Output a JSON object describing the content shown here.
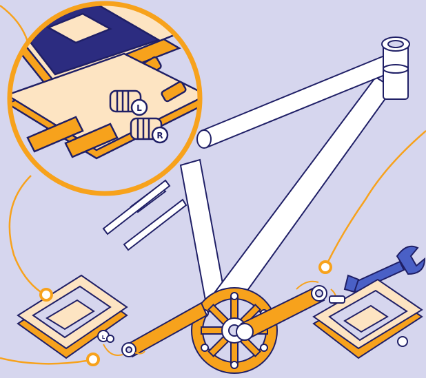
{
  "illustration": {
    "subject": "bicycle-pedal-installation",
    "thread_labels": {
      "left": "L",
      "right": "R"
    },
    "colors": {
      "background": "#d6d6ee",
      "outline": "#1f1f66",
      "frame_white": "#ffffff",
      "accent_orange": "#f7a21c",
      "pedal_cream": "#fde4c2",
      "pedal_dark": "#2c2c80",
      "wrench_blue": "#4a60c6"
    },
    "icons": [
      "magnifier-callout",
      "rotation-arrow-icon",
      "wrench-icon",
      "pedal-icon"
    ]
  }
}
